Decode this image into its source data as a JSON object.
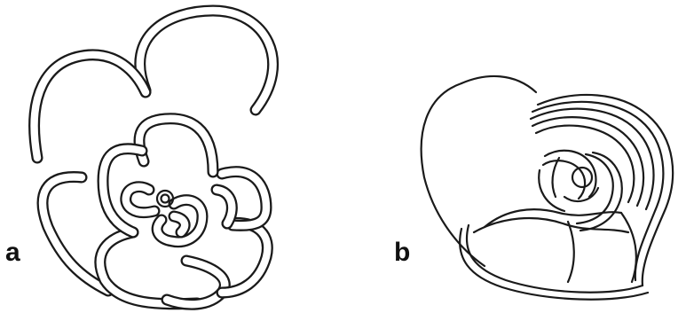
{
  "figure": {
    "panels": [
      {
        "id": "a",
        "label": "a"
      },
      {
        "id": "b",
        "label": "b"
      }
    ],
    "colors": {
      "stroke": "#1a1a1a",
      "background": "#ffffff"
    }
  }
}
